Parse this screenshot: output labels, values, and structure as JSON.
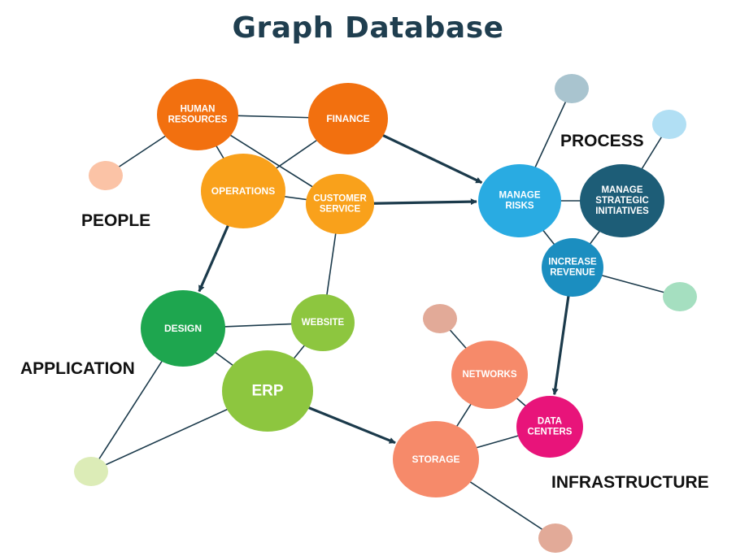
{
  "title": "Graph Database",
  "groups": {
    "people": "PEOPLE",
    "process": "PROCESS",
    "application": "APPLICATION",
    "infrastructure": "INFRASTRUCTURE"
  },
  "colors": {
    "edge": "#1b3a4b",
    "title": "#1f3e4f",
    "orange_dark": "#f2700f",
    "orange_light": "#f9a11b",
    "blue_light": "#29abe2",
    "teal_dark": "#1d5d77",
    "blue_mid": "#1b8ec0",
    "green_dark": "#1ea64f",
    "green_light": "#8dc63f",
    "salmon": "#f68a6a",
    "magenta": "#e8147a"
  },
  "nodes": [
    {
      "id": "human_resources",
      "lines": [
        "HUMAN",
        "RESOURCES"
      ],
      "color": "orange_dark"
    },
    {
      "id": "finance",
      "lines": [
        "FINANCE"
      ],
      "color": "orange_dark"
    },
    {
      "id": "operations",
      "lines": [
        "OPERATIONS"
      ],
      "color": "orange_light"
    },
    {
      "id": "customer_service",
      "lines": [
        "CUSTOMER",
        "SERVICE"
      ],
      "color": "orange_light"
    },
    {
      "id": "manage_risks",
      "lines": [
        "MANAGE",
        "RISKS"
      ],
      "color": "blue_light"
    },
    {
      "id": "manage_strategic",
      "lines": [
        "MANAGE",
        "STRATEGIC",
        "INITIATIVES"
      ],
      "color": "teal_dark"
    },
    {
      "id": "increase_revenue",
      "lines": [
        "INCREASE",
        "REVENUE"
      ],
      "color": "blue_mid"
    },
    {
      "id": "design",
      "lines": [
        "DESIGN"
      ],
      "color": "green_dark"
    },
    {
      "id": "website",
      "lines": [
        "WEBSITE"
      ],
      "color": "green_light"
    },
    {
      "id": "erp",
      "lines": [
        "ERP"
      ],
      "color": "green_light"
    },
    {
      "id": "networks",
      "lines": [
        "NETWORKS"
      ],
      "color": "salmon"
    },
    {
      "id": "data_centers",
      "lines": [
        "DATA",
        "CENTERS"
      ],
      "color": "magenta"
    },
    {
      "id": "storage",
      "lines": [
        "STORAGE"
      ],
      "color": "salmon"
    }
  ],
  "minor_nodes": [
    {
      "id": "people_dot",
      "color": "#fbc3a6"
    },
    {
      "id": "process_dot_1",
      "color": "#a9c4cf"
    },
    {
      "id": "process_dot_2",
      "color": "#b1dff4"
    },
    {
      "id": "process_dot_3",
      "color": "#a5dfc0"
    },
    {
      "id": "application_dot",
      "color": "#dcecb7"
    },
    {
      "id": "infra_dot_1",
      "color": "#e2aa98"
    },
    {
      "id": "infra_dot_2",
      "color": "#e2aa98"
    }
  ],
  "edges": [
    {
      "from": "human_resources",
      "to": "finance",
      "arrow": false
    },
    {
      "from": "human_resources",
      "to": "operations",
      "arrow": false
    },
    {
      "from": "human_resources",
      "to": "customer_service",
      "arrow": false
    },
    {
      "from": "human_resources",
      "to": "people_dot",
      "arrow": false
    },
    {
      "from": "finance",
      "to": "operations",
      "arrow": false
    },
    {
      "from": "operations",
      "to": "customer_service",
      "arrow": false
    },
    {
      "from": "finance",
      "to": "manage_risks",
      "arrow": true
    },
    {
      "from": "customer_service",
      "to": "manage_risks",
      "arrow": true
    },
    {
      "from": "operations",
      "to": "design",
      "arrow": true
    },
    {
      "from": "customer_service",
      "to": "website",
      "arrow": false
    },
    {
      "from": "manage_risks",
      "to": "process_dot_1",
      "arrow": false
    },
    {
      "from": "manage_risks",
      "to": "manage_strategic",
      "arrow": false
    },
    {
      "from": "manage_risks",
      "to": "increase_revenue",
      "arrow": false
    },
    {
      "from": "manage_strategic",
      "to": "process_dot_2",
      "arrow": false
    },
    {
      "from": "manage_strategic",
      "to": "increase_revenue",
      "arrow": false
    },
    {
      "from": "increase_revenue",
      "to": "process_dot_3",
      "arrow": false
    },
    {
      "from": "increase_revenue",
      "to": "data_centers",
      "arrow": true
    },
    {
      "from": "design",
      "to": "website",
      "arrow": false
    },
    {
      "from": "design",
      "to": "erp",
      "arrow": false
    },
    {
      "from": "design",
      "to": "application_dot",
      "arrow": false
    },
    {
      "from": "website",
      "to": "erp",
      "arrow": false
    },
    {
      "from": "erp",
      "to": "application_dot",
      "arrow": false
    },
    {
      "from": "erp",
      "to": "storage",
      "arrow": true
    },
    {
      "from": "networks",
      "to": "infra_dot_1",
      "arrow": false
    },
    {
      "from": "networks",
      "to": "data_centers",
      "arrow": false
    },
    {
      "from": "networks",
      "to": "storage",
      "arrow": false
    },
    {
      "from": "data_centers",
      "to": "storage",
      "arrow": false
    },
    {
      "from": "storage",
      "to": "infra_dot_2",
      "arrow": false
    }
  ]
}
